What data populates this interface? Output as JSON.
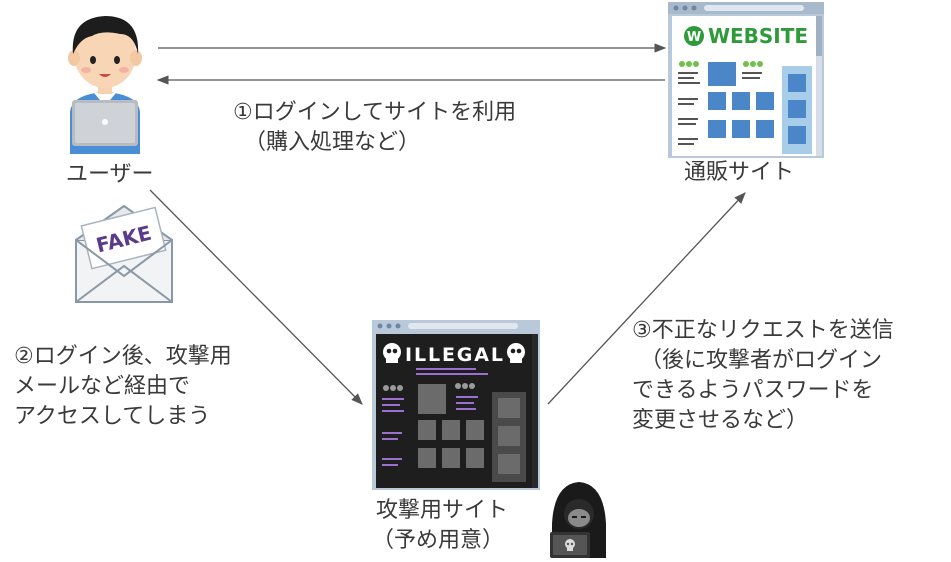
{
  "labels": {
    "user": "ユーザー",
    "shop": "通販サイト",
    "attack_site_line1": "攻撃用サイト",
    "attack_site_line2": "（予め用意）"
  },
  "steps": {
    "step1": [
      "①ログインしてサイトを利用",
      "（購入処理など）"
    ],
    "step2": [
      "②ログイン後、攻撃用",
      "メールなど経由で",
      "アクセスしてしまう"
    ],
    "step3": [
      "③不正なリクエストを送信",
      "（後に攻撃者がログイン",
      "できるようパスワードを",
      "変更させるなど）"
    ]
  },
  "illustration_text": {
    "website_logo_letter": "W",
    "website_logo_word": "WEBSITE",
    "fake_mail_word": "FAKE",
    "illegal_word": "ILLEGAL"
  },
  "colors": {
    "text": "#3a3a3a",
    "arrow": "#555555",
    "website_green": "#2f9a3a",
    "website_blue": "#4a86c8",
    "illegal_bg": "#1e1e1e",
    "illegal_purple": "#9a6fd0",
    "mail_purple": "#5a3a8a"
  },
  "icons": [
    "user-with-laptop-icon",
    "website-window-icon",
    "fake-mail-icon",
    "illegal-site-window-icon",
    "hooded-hacker-icon"
  ]
}
